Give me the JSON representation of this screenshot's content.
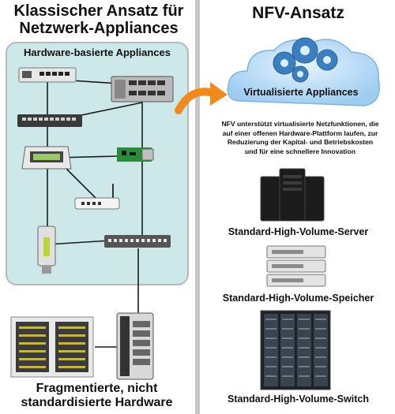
{
  "left": {
    "title_line1": "Klassischer Ansatz für",
    "title_line2": "Netzwerk-Appliances",
    "panel_title": "Hardware-basierte Appliances",
    "bottom_caption_line1": "Fragmentierte, nicht",
    "bottom_caption_line2": "standardisierte Hardware"
  },
  "right": {
    "title": "NFV-Ansatz",
    "cloud_label": "Virtualisierte Appliances",
    "description_lines": [
      "NFV unterstützt virtualisierte Netzfunktionen, die",
      "auf einer offenen Hardware-Plattform laufen, zur",
      "Reduzierung der Kapital- und Betriebskosten",
      "und für eine schnellere Innovation"
    ],
    "server_caption": "Standard-High-Volume-Server",
    "storage_caption": "Standard-High-Volume-Speicher",
    "switch_caption": "Standard-High-Volume-Switch"
  },
  "colors": {
    "panel_fill": "#cde8e8",
    "cloud_blue": "#9fcdf0",
    "arrow_orange": "#f08a1c",
    "divider_gray": "#c6c6c6",
    "gear_blue": "#3c7fc0"
  },
  "icons": [
    "gear-icon",
    "curved-arrow-icon",
    "router-icon",
    "server-icon",
    "switch-icon",
    "network-card-icon",
    "usb-icon",
    "storage-icon"
  ]
}
